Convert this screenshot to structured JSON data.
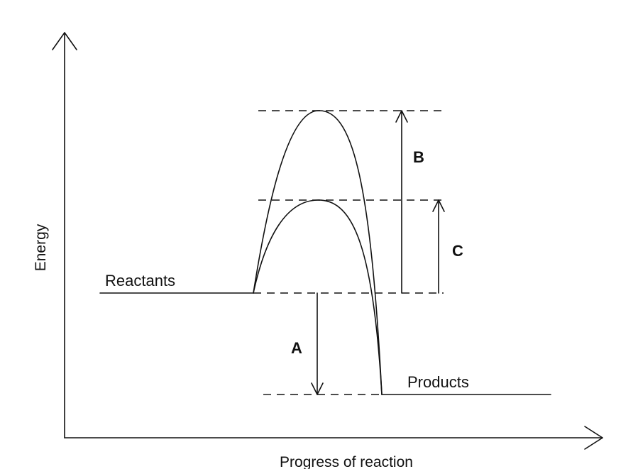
{
  "labels": {
    "reactants": "Reactants",
    "products": "Products",
    "energy_axis": "Energy",
    "progress_axis": "Progress of reaction",
    "arrow_a": "A",
    "arrow_b": "B",
    "arrow_c": "C"
  },
  "colors": {
    "ink": "#111111",
    "background": "#ffffff"
  }
}
